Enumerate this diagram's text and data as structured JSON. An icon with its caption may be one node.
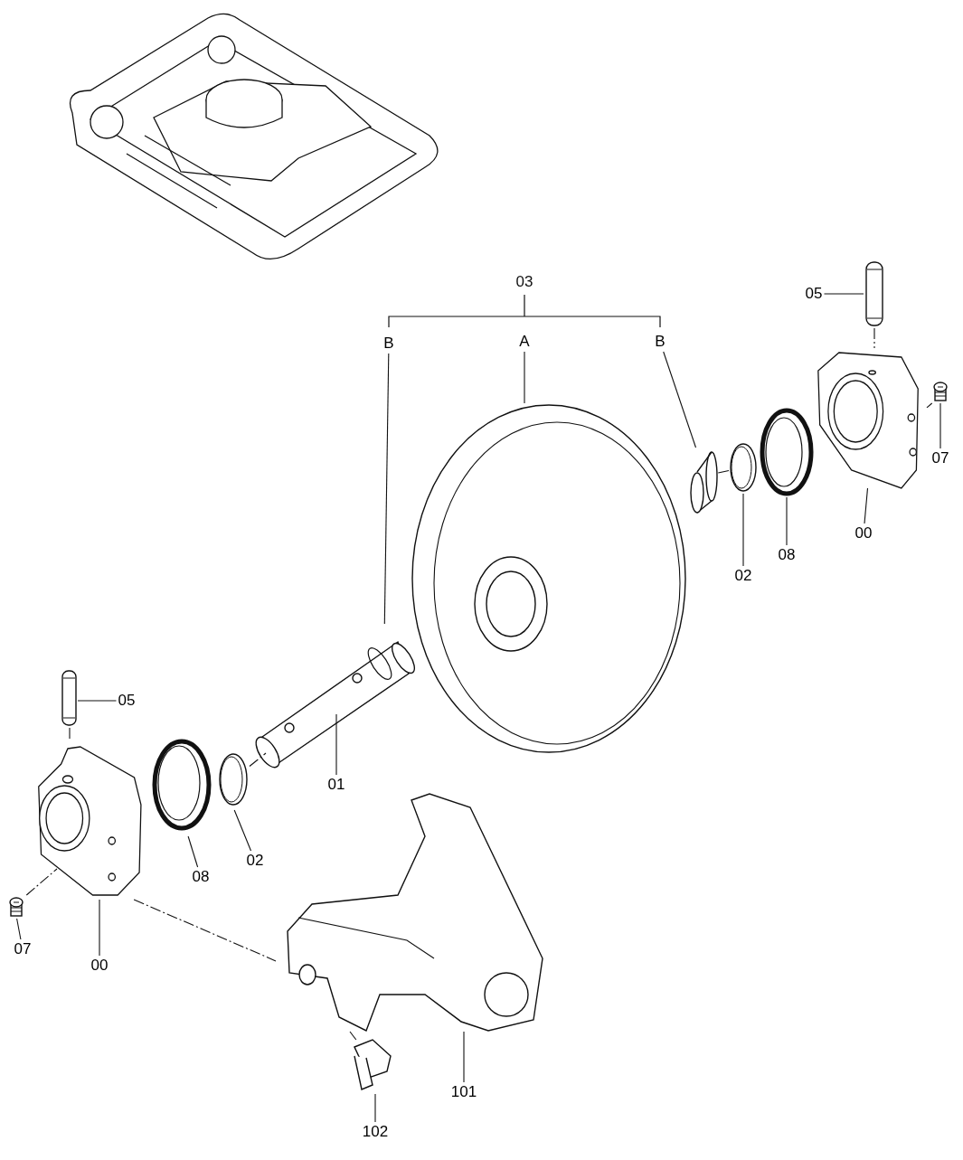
{
  "diagram": {
    "nodes": [
      {
        "text": [
          "B"
        ]
      },
      {
        "text": [
          "A"
        ]
      },
      {
        "text": [
          "B"
        ]
      },
      {
        "text": [
          "05"
        ]
      },
      {
        "text": [],
        "shape": "picture"
      },
      {
        "text": [
          "07"
        ]
      },
      {
        "text": [],
        "shape": "picture"
      },
      {
        "text": [
          "00"
        ]
      },
      {
        "text": [],
        "shape": "picture"
      },
      {
        "text": [
          "08"
        ]
      },
      {
        "text": [],
        "shape": "picture"
      },
      {
        "text": [
          "02"
        ]
      },
      {
        "text": [],
        "shape": "picture"
      },
      {
        "text": [],
        "shape": "picture"
      },
      {
        "text": [],
        "shape": "picture"
      },
      {
        "text": [],
        "shape": "picture"
      },
      {
        "text": [
          "01"
        ]
      },
      {
        "text": [
          "05"
        ]
      },
      {
        "text": [],
        "shape": "picture"
      },
      {
        "text": [],
        "shape": "picture"
      },
      {
        "text": [],
        "shape": "picture"
      },
      {
        "text": [
          "08"
        ]
      },
      {
        "text": [
          "02"
        ]
      },
      {
        "text": [],
        "shape": "picture"
      },
      {
        "text": [],
        "shape": "picture"
      },
      {
        "text": [
          "07"
        ]
      },
      {
        "text": [
          "00"
        ]
      },
      {
        "text": [],
        "shape": "picture"
      },
      {
        "text": [
          "101"
        ]
      },
      {
        "text": [],
        "shape": "picture"
      },
      {
        "text": [
          "102"
        ]
      }
    ],
    "edges": [
      {
        "from": 0,
        "to": 15,
        "arrow": "none"
      },
      {
        "from": 1,
        "to": 14,
        "arrow": "none"
      },
      {
        "from": 2,
        "to": 13,
        "arrow": "none"
      },
      {
        "from": 3,
        "to": 4,
        "arrow": "none"
      },
      {
        "from": 5,
        "to": 6,
        "arrow": "none"
      },
      {
        "from": 7,
        "to": 8,
        "arrow": "none"
      },
      {
        "from": 9,
        "to": 10,
        "arrow": "none"
      },
      {
        "from": 11,
        "to": 12,
        "arrow": "none"
      },
      {
        "from": 16,
        "to": 15,
        "arrow": "none"
      },
      {
        "from": 17,
        "to": 18,
        "arrow": "none"
      },
      {
        "from": 21,
        "to": 19,
        "arrow": "none"
      },
      {
        "from": 22,
        "to": 20,
        "arrow": "none"
      },
      {
        "from": 25,
        "to": 24,
        "arrow": "none"
      },
      {
        "from": 26,
        "to": 23,
        "arrow": "none"
      },
      {
        "from": 28,
        "to": 27,
        "arrow": "none"
      },
      {
        "from": 30,
        "to": 29,
        "arrow": "none"
      },
      {
        "from": 18,
        "to": 23,
        "arrow": "none",
        "style": "dashed"
      },
      {
        "from": 24,
        "to": 23,
        "arrow": "none",
        "style": "dashed"
      },
      {
        "from": 23,
        "to": 27,
        "arrow": "none",
        "style": "dashed"
      },
      {
        "from": 27,
        "to": 29,
        "arrow": "none",
        "style": "dashed"
      },
      {
        "from": 4,
        "to": 8,
        "arrow": "none",
        "style": "dashed"
      },
      {
        "from": 6,
        "to": 8,
        "arrow": "none",
        "style": "dashed"
      },
      {
        "from": 12,
        "to": 13,
        "arrow": "none",
        "style": "dashed"
      },
      {
        "from": 20,
        "to": 15,
        "arrow": "none",
        "style": "dashed"
      }
    ],
    "labels": [
      "03"
    ]
  }
}
